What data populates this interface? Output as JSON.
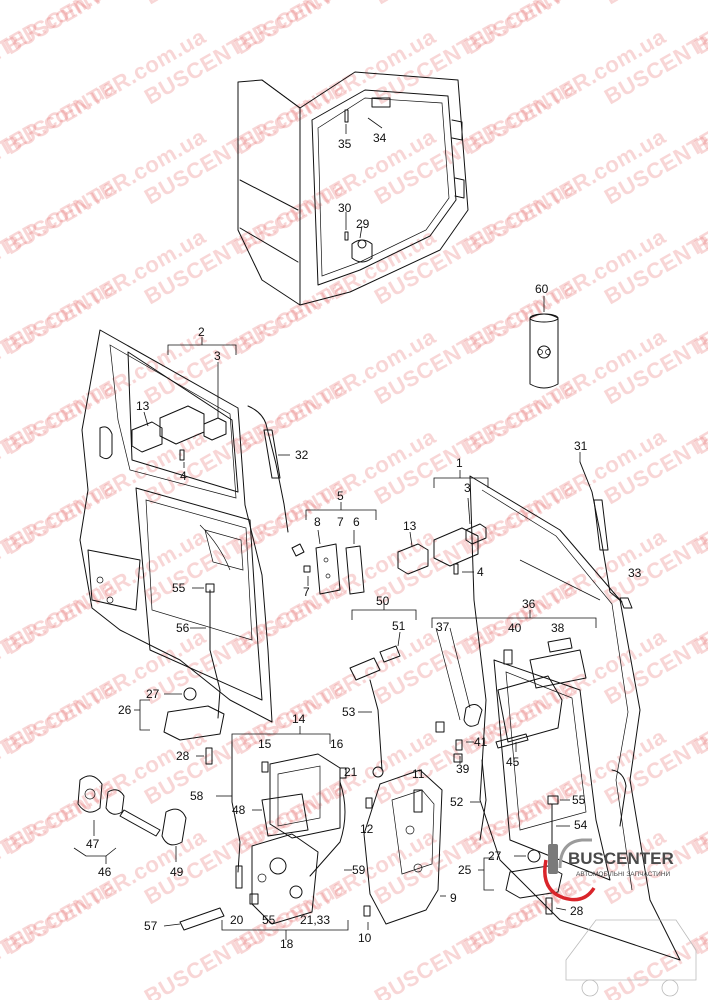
{
  "watermark": {
    "text": "BUSCENTER.com.ua",
    "color": "#e04646"
  },
  "logo": {
    "brand": "BUSCENTER",
    "tagline": "АВТОМОБІЛЬНІ ЗАПЧАСТИНИ",
    "accent": "#d9242a",
    "icon": "bus-logo-icon"
  },
  "labels": {
    "n1": "1",
    "n2": "2",
    "n3a": "3",
    "n3b": "3",
    "n4a": "4",
    "n4b": "4",
    "n5": "5",
    "n6": "6",
    "n7a": "7",
    "n7b": "7",
    "n8": "8",
    "n9": "9",
    "n10": "10",
    "n11": "11",
    "n12": "12",
    "n13a": "13",
    "n13b": "13",
    "n14": "14",
    "n15": "15",
    "n16": "16",
    "n18": "18",
    "n20": "20",
    "n21": "21",
    "n2133": "21,33",
    "n25": "25",
    "n26": "26",
    "n27a": "27",
    "n27b": "27",
    "n28a": "28",
    "n28b": "28",
    "n29": "29",
    "n30": "30",
    "n31": "31",
    "n32": "32",
    "n33": "33",
    "n34": "34",
    "n35": "35",
    "n36": "36",
    "n37": "37",
    "n38": "38",
    "n39": "39",
    "n40": "40",
    "n41": "41",
    "n45": "45",
    "n46": "46",
    "n47": "47",
    "n48": "48",
    "n49": "49",
    "n50": "50",
    "n51": "51",
    "n52": "52",
    "n53": "53",
    "n54": "54",
    "n55a": "55",
    "n55b": "55",
    "n55c": "55",
    "n56": "56",
    "n57": "57",
    "n58": "58",
    "n59": "59",
    "n60": "60"
  }
}
